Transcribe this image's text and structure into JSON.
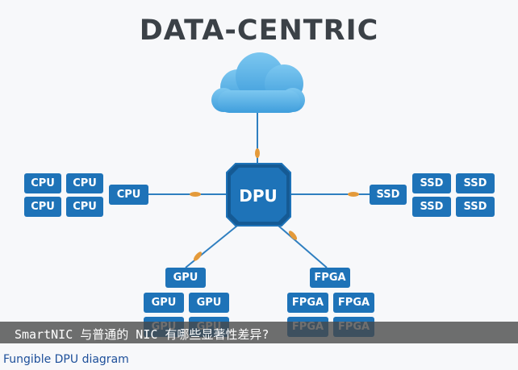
{
  "title": "DATA-CENTRIC",
  "center_node": "DPU",
  "left_node": "CPU",
  "left_grid": [
    "CPU",
    "CPU",
    "CPU",
    "CPU"
  ],
  "right_node": "SSD",
  "right_grid": [
    "SSD",
    "SSD",
    "SSD",
    "SSD"
  ],
  "bottom_left_node": "GPU",
  "bottom_left_grid": [
    "GPU",
    "GPU",
    "GPU",
    "GPU"
  ],
  "bottom_right_node": "FPGA",
  "bottom_right_grid": [
    "FPGA",
    "FPGA",
    "FPGA",
    "FPGA"
  ],
  "overlay_text": "SmartNIC 与普通的 NIC 有哪些显著性差异?",
  "caption": "Fungible DPU diagram",
  "colors": {
    "chip": "#1e73b8",
    "chip_dark": "#155a94",
    "link": "#2f7fc0",
    "connector": "#e49a3a",
    "cloud": "#5db3e6"
  }
}
